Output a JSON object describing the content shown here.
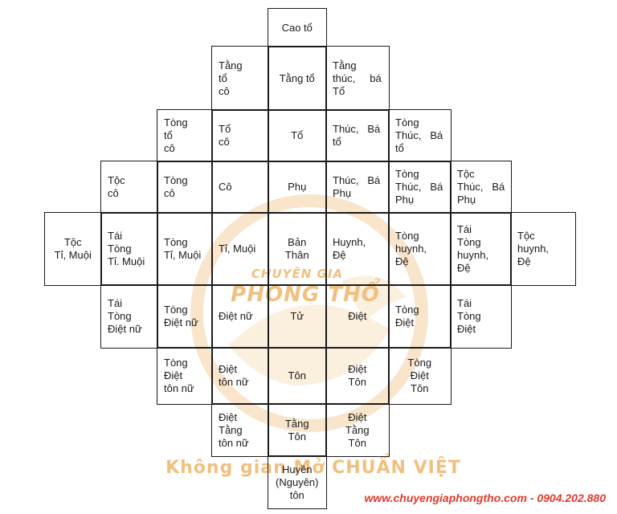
{
  "cells": [
    {
      "id": "cao-to",
      "text": "Cao tổ",
      "align": "center"
    },
    {
      "id": "tang-to-co",
      "text": "Tằng\ntổ\ncô",
      "align": "left"
    },
    {
      "id": "tang-to",
      "text": "Tằng tổ",
      "align": "center"
    },
    {
      "id": "tang-thuc-ba-to",
      "text": "Tằng\nthúc,     bá\nTổ",
      "align": "left"
    },
    {
      "id": "tong-to-co",
      "text": "Tòng\ntổ\ncô",
      "align": "left"
    },
    {
      "id": "to-co",
      "text": "Tổ\ncô",
      "align": "left"
    },
    {
      "id": "to",
      "text": "Tổ",
      "align": "center"
    },
    {
      "id": "thuc-ba-to",
      "text": "Thúc,   Bá\ntổ",
      "align": "left"
    },
    {
      "id": "tong-thuc-ba-to",
      "text": "Tòng\nThúc,   Bá\ntổ",
      "align": "left"
    },
    {
      "id": "toc-co",
      "text": "Tộc\ncô",
      "align": "left"
    },
    {
      "id": "tong-co",
      "text": "Tòng\ncô",
      "align": "left"
    },
    {
      "id": "co",
      "text": "Cô",
      "align": "left"
    },
    {
      "id": "phu",
      "text": "Phụ",
      "align": "center"
    },
    {
      "id": "thuc-ba-phu",
      "text": "Thúc,   Bá\nPhụ",
      "align": "left"
    },
    {
      "id": "tong-thuc-ba-phu",
      "text": "Tòng\nThúc,   Bá\nPhụ",
      "align": "left"
    },
    {
      "id": "toc-thuc-ba-phu",
      "text": "Tộc\nThúc,   Bá\nPhụ",
      "align": "left"
    },
    {
      "id": "toc-ti-muoi",
      "text": "Tộc\nTỉ, Muội",
      "align": "center"
    },
    {
      "id": "tai-tong-ti-muoi",
      "text": "Tái\nTòng\nTỉ. Muội",
      "align": "left"
    },
    {
      "id": "tong-ti-muoi",
      "text": "Tòng\nTỉ, Muội",
      "align": "left"
    },
    {
      "id": "ti-muoi",
      "text": "Tỉ, Muội",
      "align": "left"
    },
    {
      "id": "ban-than",
      "text": "Bản\nThân",
      "align": "center"
    },
    {
      "id": "huynh-de",
      "text": "Huynh,\nĐệ",
      "align": "left"
    },
    {
      "id": "tong-huynh-de",
      "text": "Tòng\nhuynh,\nĐệ",
      "align": "left"
    },
    {
      "id": "tai-tong-huynh-de",
      "text": "Tái\nTòng\nhuynh,\nĐệ",
      "align": "left"
    },
    {
      "id": "toc-huynh-de",
      "text": "Tộc\nhuynh,\nĐệ",
      "align": "left"
    },
    {
      "id": "tai-tong-diet-nu",
      "text": "Tái\nTòng\nĐiệt nữ",
      "align": "left"
    },
    {
      "id": "tong-diet-nu",
      "text": "Tòng\nĐiệt nữ",
      "align": "left"
    },
    {
      "id": "diet-nu",
      "text": "Điệt nữ",
      "align": "left"
    },
    {
      "id": "tu",
      "text": "Tử",
      "align": "center"
    },
    {
      "id": "diet",
      "text": "Điệt",
      "align": "center"
    },
    {
      "id": "tong-diet",
      "text": "Tòng\nĐiệt",
      "align": "left"
    },
    {
      "id": "tai-tong-diet",
      "text": "Tái\nTòng\nĐiệt",
      "align": "left"
    },
    {
      "id": "tong-diet-ton-nu",
      "text": "Tòng\nĐiệt\ntôn nữ",
      "align": "left"
    },
    {
      "id": "diet-ton-nu",
      "text": "Điệt\ntôn nữ",
      "align": "left"
    },
    {
      "id": "ton",
      "text": "Tôn",
      "align": "center"
    },
    {
      "id": "diet-ton",
      "text": "Điệt\nTôn",
      "align": "center"
    },
    {
      "id": "tong-diet-ton",
      "text": "Tòng\nĐiệt\nTôn",
      "align": "center"
    },
    {
      "id": "diet-tang-ton-nu",
      "text": "Điệt\nTằng\ntôn nữ",
      "align": "left"
    },
    {
      "id": "tang-ton",
      "text": "Tằng\nTôn",
      "align": "center"
    },
    {
      "id": "diet-tang-ton",
      "text": "Điệt\nTằng\nTôn",
      "align": "center"
    },
    {
      "id": "huyen-ton",
      "text": "Huyền\n(Nguyên)\ntôn",
      "align": "center"
    }
  ],
  "watermark": {
    "line1": "CHUYÊN GIA",
    "line2": "PHONG THỔ",
    "line3": "Không gian Mở CHUẨN VIỆT",
    "color": "#f0c080"
  },
  "footer": {
    "text": "www.chuyengiaphongtho.com - 0904.202.880",
    "color": "#e23a2b"
  }
}
